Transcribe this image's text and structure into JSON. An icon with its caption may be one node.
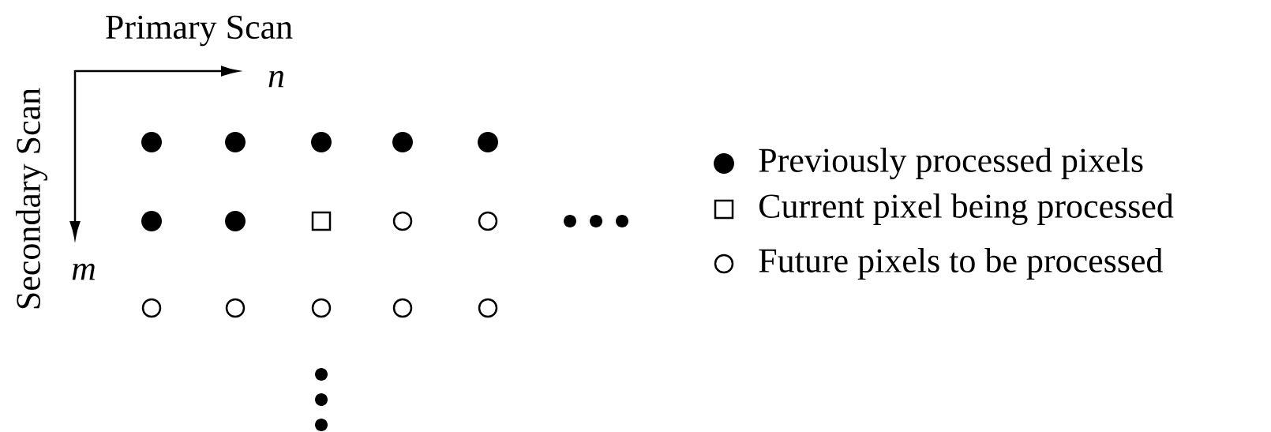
{
  "diagram": {
    "labels": [
      "Primary Scan",
      "n",
      "Secondary Scan",
      "m"
    ],
    "legend": [
      {
        "text": "Previously processed pixels"
      },
      {
        "text": "Current pixel being processed"
      },
      {
        "text": "Future pixels to be processed"
      }
    ]
  }
}
